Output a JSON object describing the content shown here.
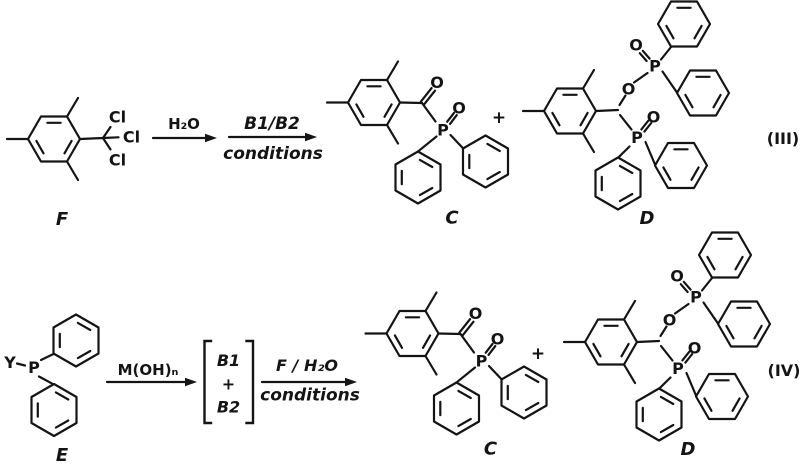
{
  "compounds": {
    "F": {
      "label": "F",
      "cl_top": "Cl",
      "cl_mid": "Cl",
      "cl_bottom": "Cl"
    },
    "E": {
      "label": "E",
      "y": "Y",
      "p": "P"
    },
    "C": {
      "label": "C",
      "p": "P",
      "o_carbonyl": "O",
      "o_phosphoryl": "O"
    },
    "D": {
      "label": "D",
      "o_ester": "O",
      "p_upper": "P",
      "o_upper": "O",
      "p_lower": "P",
      "o_lower": "O"
    }
  },
  "reaction_iii": {
    "step1_reagent": "H₂O",
    "step2_reagent": "B1/B2",
    "step2_conditions": "conditions",
    "plus": "+",
    "equation_label": "(III)"
  },
  "reaction_iv": {
    "step1_reagent": "M(OH)ₙ",
    "intermediate": {
      "b1": "B1",
      "plus": "+",
      "b2": "B2"
    },
    "step2_reagent": "F / H₂O",
    "step2_conditions": "conditions",
    "plus": "+",
    "equation_label": "(IV)"
  }
}
